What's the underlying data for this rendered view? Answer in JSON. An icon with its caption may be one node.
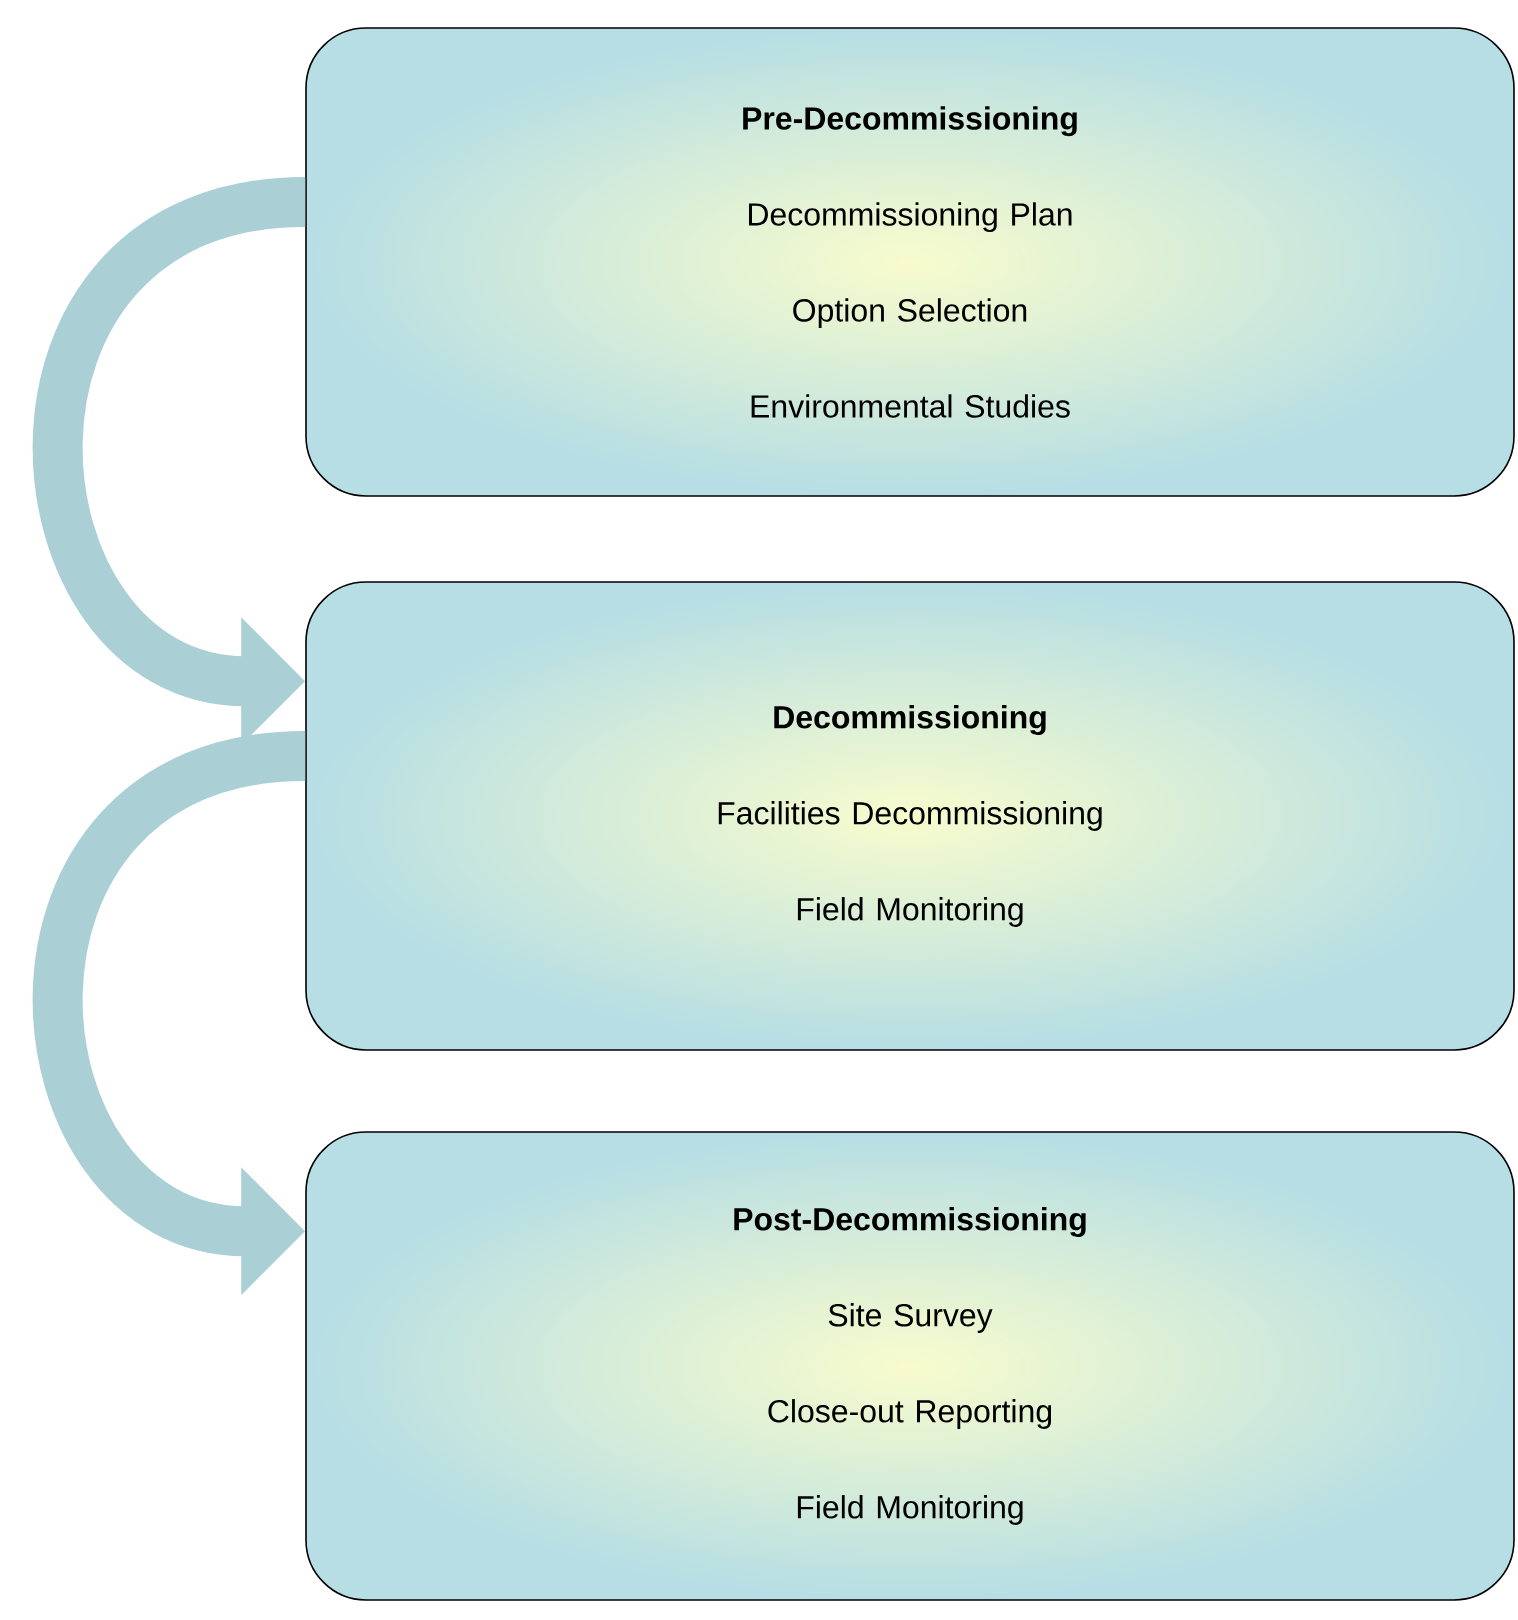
{
  "diagram": {
    "nodes": [
      {
        "text": [
          "Pre-Decommissioning",
          "Decommissioning Plan",
          "Option Selection",
          "Environmental Studies"
        ]
      },
      {
        "text": [
          "Decommissioning",
          "Facilities Decommissioning",
          "Field Monitoring"
        ]
      },
      {
        "text": [
          "Post-Decommissioning",
          "Site Survey",
          "Close-out Reporting",
          "Field Monitoring"
        ]
      }
    ],
    "edges": [
      {
        "from": 0,
        "to": 1,
        "arrow": "to"
      },
      {
        "from": 1,
        "to": 2,
        "arrow": "to"
      }
    ]
  }
}
